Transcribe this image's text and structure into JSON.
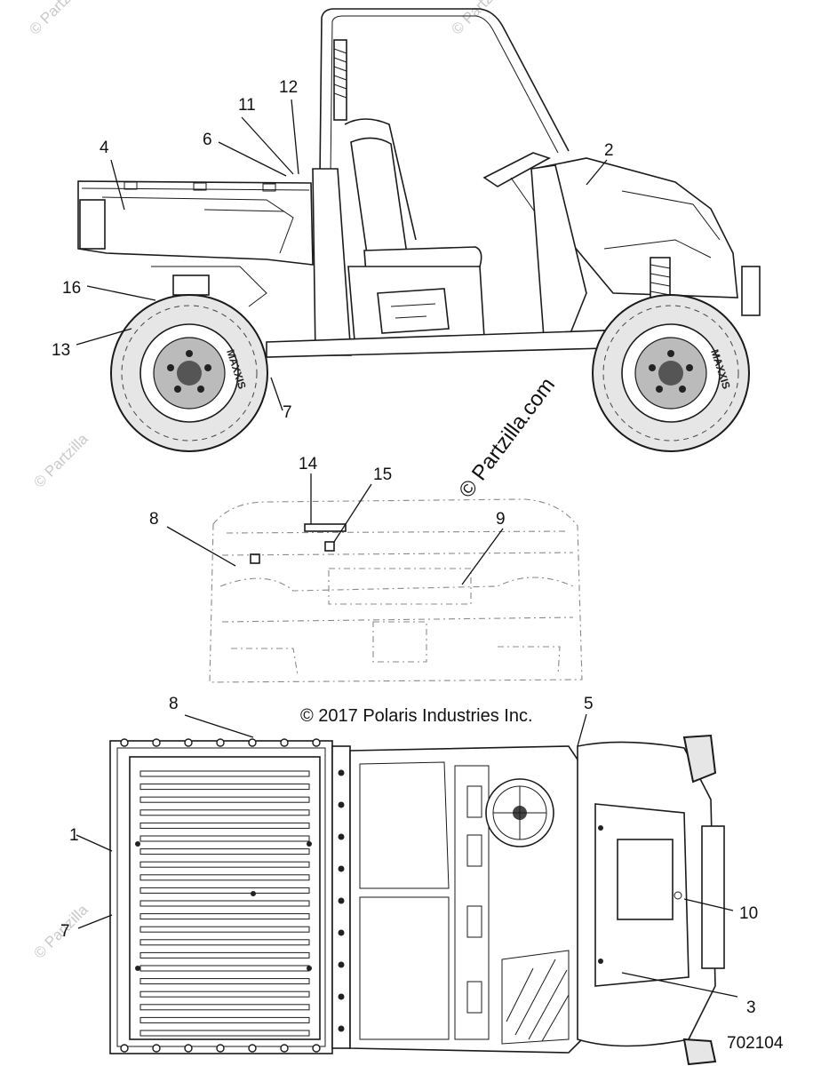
{
  "diagram": {
    "copyright": "© 2017 Polaris Industries Inc.",
    "document_number": "702104",
    "watermark_main": "© Partzilla.com",
    "watermark_faint": "© Partzilla",
    "callouts": [
      {
        "id": "c1",
        "label": "1"
      },
      {
        "id": "c2",
        "label": "2"
      },
      {
        "id": "c3",
        "label": "3"
      },
      {
        "id": "c4",
        "label": "4"
      },
      {
        "id": "c5",
        "label": "5"
      },
      {
        "id": "c6",
        "label": "6"
      },
      {
        "id": "c7a",
        "label": "7"
      },
      {
        "id": "c7b",
        "label": "7"
      },
      {
        "id": "c8a",
        "label": "8"
      },
      {
        "id": "c8b",
        "label": "8"
      },
      {
        "id": "c9",
        "label": "9"
      },
      {
        "id": "c10",
        "label": "10"
      },
      {
        "id": "c11",
        "label": "11"
      },
      {
        "id": "c12",
        "label": "12"
      },
      {
        "id": "c13",
        "label": "13"
      },
      {
        "id": "c14",
        "label": "14"
      },
      {
        "id": "c15",
        "label": "15"
      },
      {
        "id": "c16",
        "label": "16"
      }
    ],
    "tire_brand": "MAXXIS"
  }
}
